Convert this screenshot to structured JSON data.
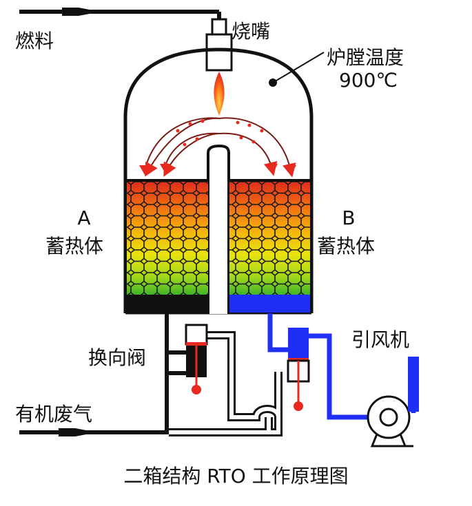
{
  "labels": {
    "fuel": "燃料",
    "burner": "烧嘴",
    "furnace_temp": "炉膛温度",
    "furnace_temp_value": "900℃",
    "bed_a_letter": "A",
    "bed_a_name": "蓄热体",
    "bed_b_letter": "B",
    "bed_b_name": "蓄热体",
    "valve": "换向阀",
    "fan": "引风机",
    "waste_gas": "有机废气",
    "caption": "二箱结构 RTO 工作原理图"
  },
  "colors": {
    "outline": "#111111",
    "flow_hot": "#e8291f",
    "flow_clean": "#1f2ff5",
    "pipe_white": "#ffffff",
    "bed_gradient": [
      "#e0291c",
      "#ef6d12",
      "#f5b40c",
      "#e9e30e",
      "#9fd61a",
      "#3fb52a"
    ],
    "bed_b_bottom": "#1f2ff5",
    "bed_a_bottom": "#111111"
  },
  "icons": {
    "flame": "flame-icon",
    "fan": "fan-icon",
    "valve": "valve-icon",
    "arrow": "arrow-icon"
  }
}
